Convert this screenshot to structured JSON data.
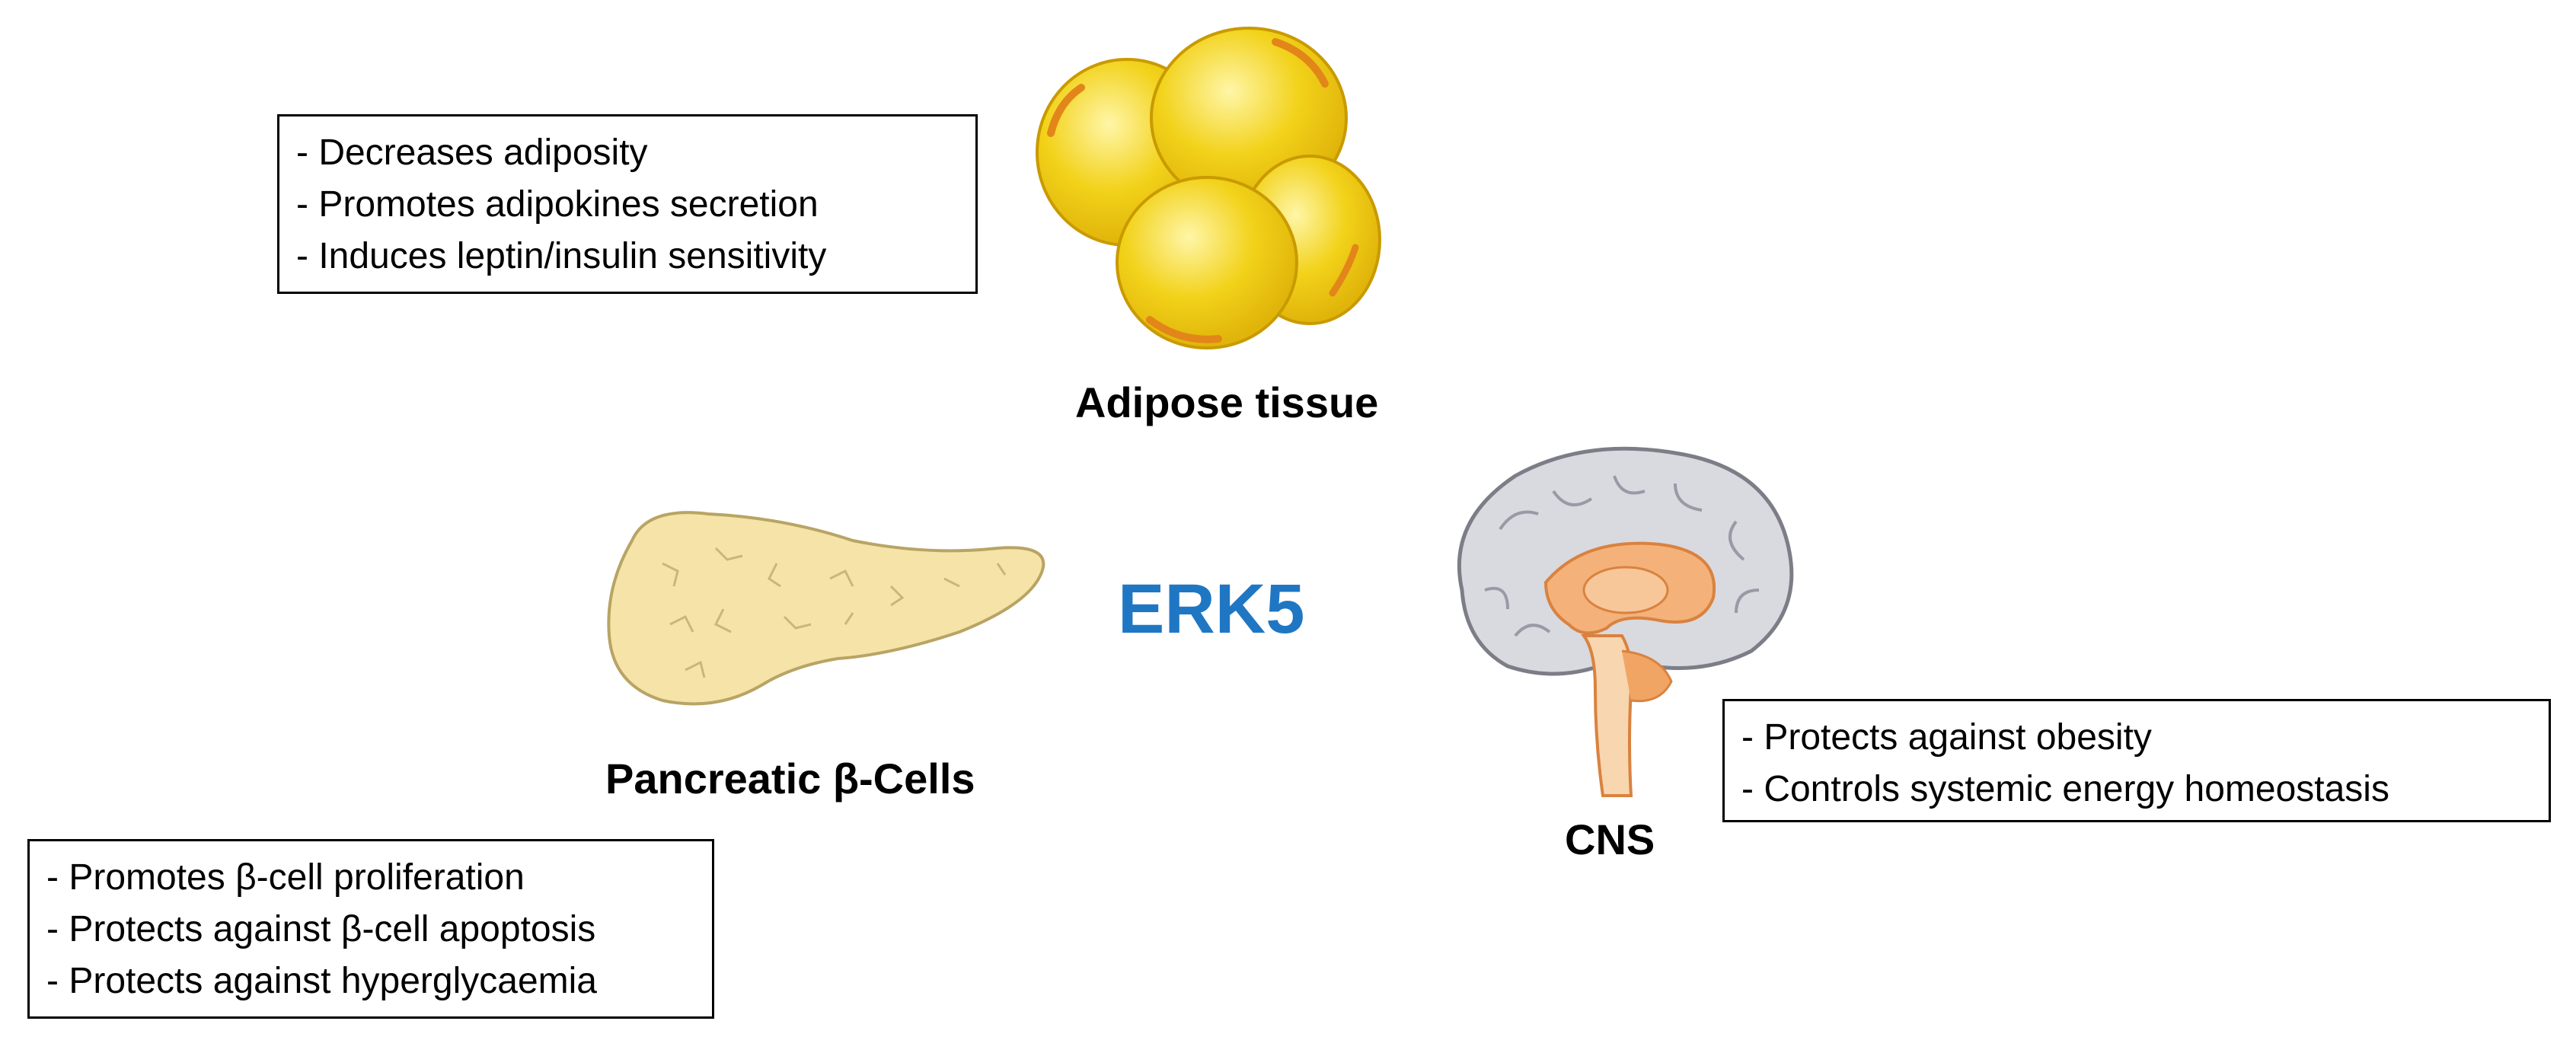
{
  "center": {
    "label": "ERK5"
  },
  "adipose": {
    "label": "Adipose tissue",
    "effects": [
      "- Decreases adiposity",
      "- Promotes adipokines secretion",
      "- Induces leptin/insulin sensitivity"
    ]
  },
  "pancreas": {
    "label": "Pancreatic β-Cells",
    "effects": [
      "- Promotes β-cell proliferation",
      "- Protects against β-cell apoptosis",
      "- Protects against hyperglycaemia"
    ]
  },
  "cns": {
    "label": "CNS",
    "effects": [
      "- Protects against obesity",
      "- Controls systemic energy homeostasis"
    ]
  },
  "colors": {
    "center_label": "#1f77c4",
    "fat_cell": "#f2d21a",
    "pancreas": "#f5e3a8",
    "brain": "#d9d9e0",
    "brain_inner": "#f4b27a"
  }
}
